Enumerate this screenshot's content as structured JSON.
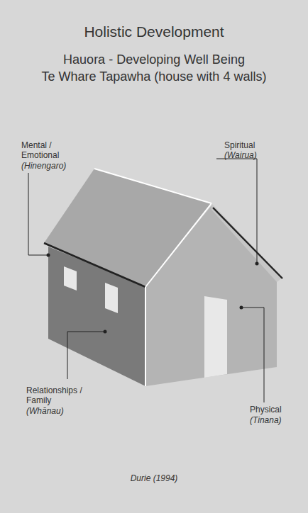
{
  "diagram": {
    "title": "Holistic Development",
    "caption": "Durie (1994)",
    "labels": [
      "Hauora - Developing Well Being",
      "Te Whare Tapawha (house with 4 walls)",
      "Mental / Emotional",
      "(Hinengaro)",
      "Spiritual",
      "(Wairua)",
      "Relationships / Family",
      "(Whānau)",
      "Physical",
      "(Tinana)"
    ]
  }
}
